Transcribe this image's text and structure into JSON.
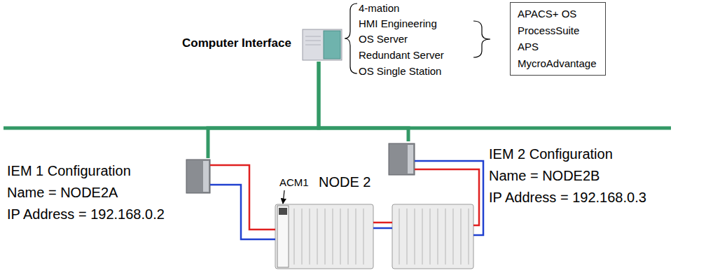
{
  "diagram": {
    "nodes": [
      {
        "text": [
          "Computer Interface"
        ]
      },
      {
        "text": [
          "APACS+ OS",
          "ProcessSuite",
          "APS",
          "MycroAdvantage"
        ]
      },
      {
        "text": [
          "IEM 1 Configuration",
          "Name = NODE2A",
          "IP Address = 192.168.0.2"
        ]
      },
      {
        "text": [
          "IEM 2 Configuration",
          "Name = NODE2B",
          "IP Address = 192.168.0.3"
        ]
      }
    ],
    "edges": [
      {
        "from": 0,
        "to": 2,
        "arrow": "none"
      },
      {
        "from": 0,
        "to": 3,
        "arrow": "none"
      }
    ],
    "labels": [
      "4-mation",
      "HMI Engineering",
      "OS Server",
      "Redundant Server",
      "OS Single Station",
      "ACM1",
      "NODE 2"
    ]
  }
}
